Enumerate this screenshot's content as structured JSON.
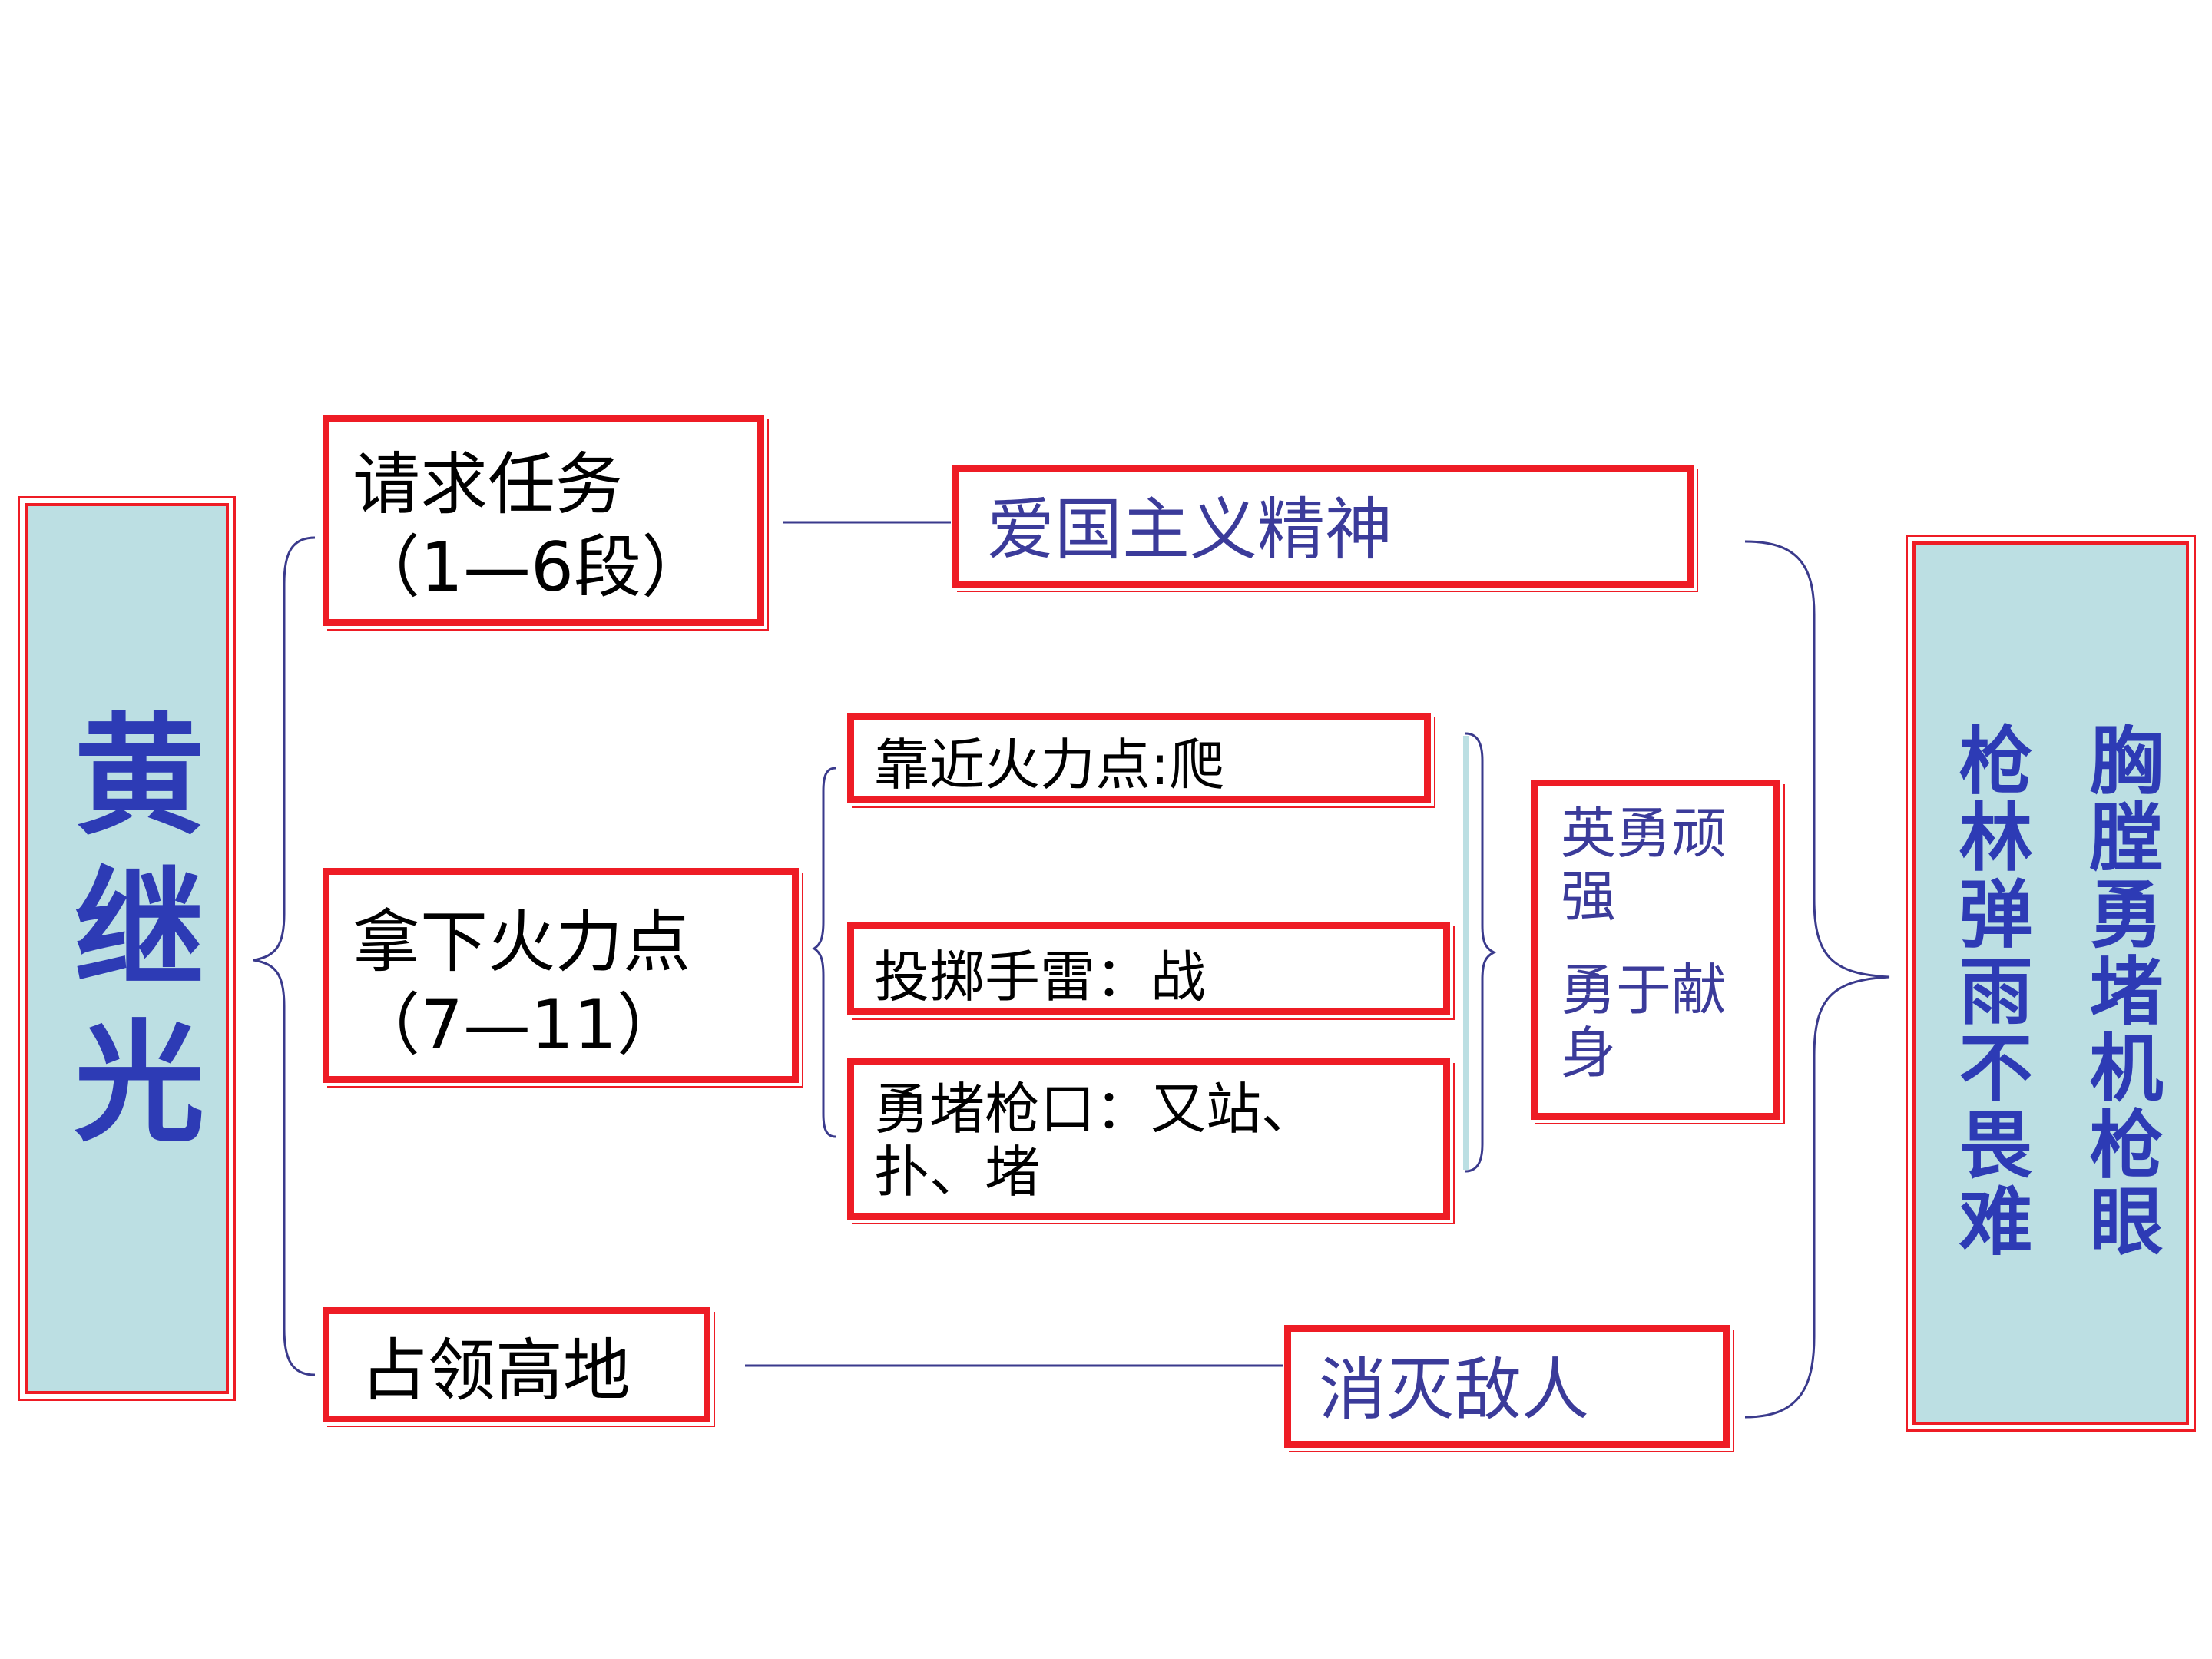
{
  "left_panel": {
    "title": "黄继光"
  },
  "right_panel": {
    "column_1": "胸膛勇堵机枪眼",
    "column_2": "枪林弹雨不畏难"
  },
  "nodes": {
    "request_task": {
      "line1": "请求任务",
      "line2": "（1—6段）"
    },
    "take_firepoint": {
      "line1": "拿下火力点",
      "line2": "（7—11）"
    },
    "occupy_highland": {
      "text": "占领高地"
    },
    "patriotism": {
      "text": "爱国主义精神"
    },
    "approach": {
      "text": "靠近火力点:爬"
    },
    "grenade": {
      "text": "投掷手雷：战"
    },
    "block_gun": {
      "text": "勇堵枪口：又站、扑、堵"
    },
    "qualities": {
      "line1": "英勇顽强",
      "line2": "勇于献身"
    },
    "destroy_enemy": {
      "text": "消灭敌人"
    }
  },
  "colors": {
    "box_border": "#ee1c25",
    "panel_fill": "#bcdfe3",
    "title_text": "#2d3bb5",
    "connector": "#3a3a8c",
    "secondary_text": "#3b3b9a"
  }
}
